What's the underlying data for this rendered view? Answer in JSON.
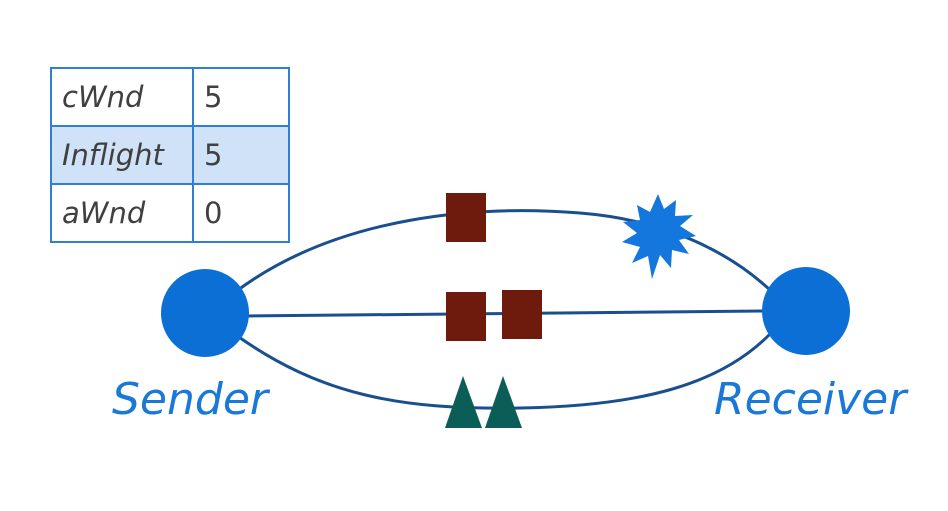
{
  "window_table": {
    "rows": [
      {
        "label": "cWnd",
        "value": "5",
        "highlighted": false
      },
      {
        "label": "Inflight",
        "value": "5",
        "highlighted": true
      },
      {
        "label": "aWnd",
        "value": "0",
        "highlighted": false
      }
    ]
  },
  "nodes": {
    "sender": {
      "label": "Sender"
    },
    "receiver": {
      "label": "Receiver"
    }
  },
  "paths": {
    "top": {
      "packets": 1,
      "loss_marker": true
    },
    "middle": {
      "packets": 2
    },
    "bottom": {
      "acks": 2
    }
  },
  "colors": {
    "node": "#0b6fd6",
    "link": "#1a4f8f",
    "packet": "#6e1a0c",
    "ack": "#0b5e57",
    "loss": "#1477de",
    "highlight": "#cfe2f7",
    "table_border": "#2f7fd6"
  }
}
